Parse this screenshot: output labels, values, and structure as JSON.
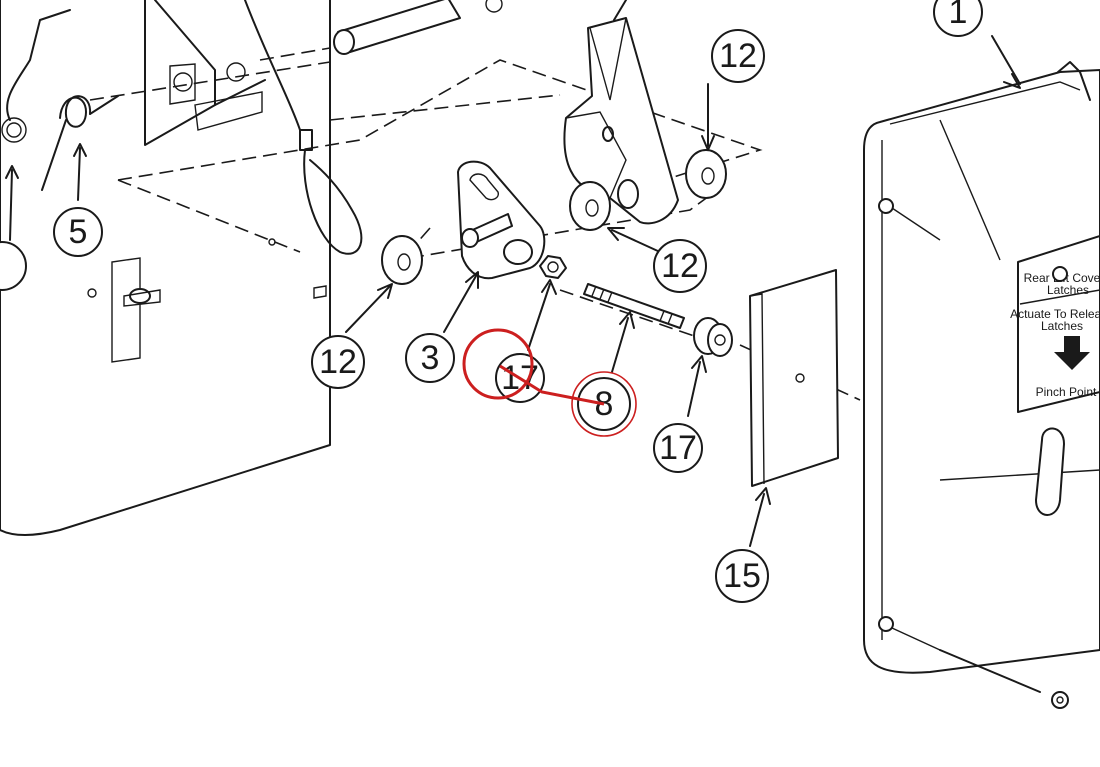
{
  "diagram": {
    "callouts": {
      "c1": "1",
      "c3": "3",
      "c5": "5",
      "c8": "8",
      "c12a": "12",
      "c12b": "12",
      "c12c": "12",
      "c15": "15",
      "c17a": "17",
      "c17b": "17"
    },
    "decal": {
      "line1": "Rear Lift Cover",
      "line2": "Latches",
      "line3": "Actuate To Release",
      "line4": "Latches",
      "warning": "Pinch Point"
    },
    "colors": {
      "line": "#1a1a1a",
      "markup": "#cc1f1f",
      "background": "#ffffff"
    }
  }
}
